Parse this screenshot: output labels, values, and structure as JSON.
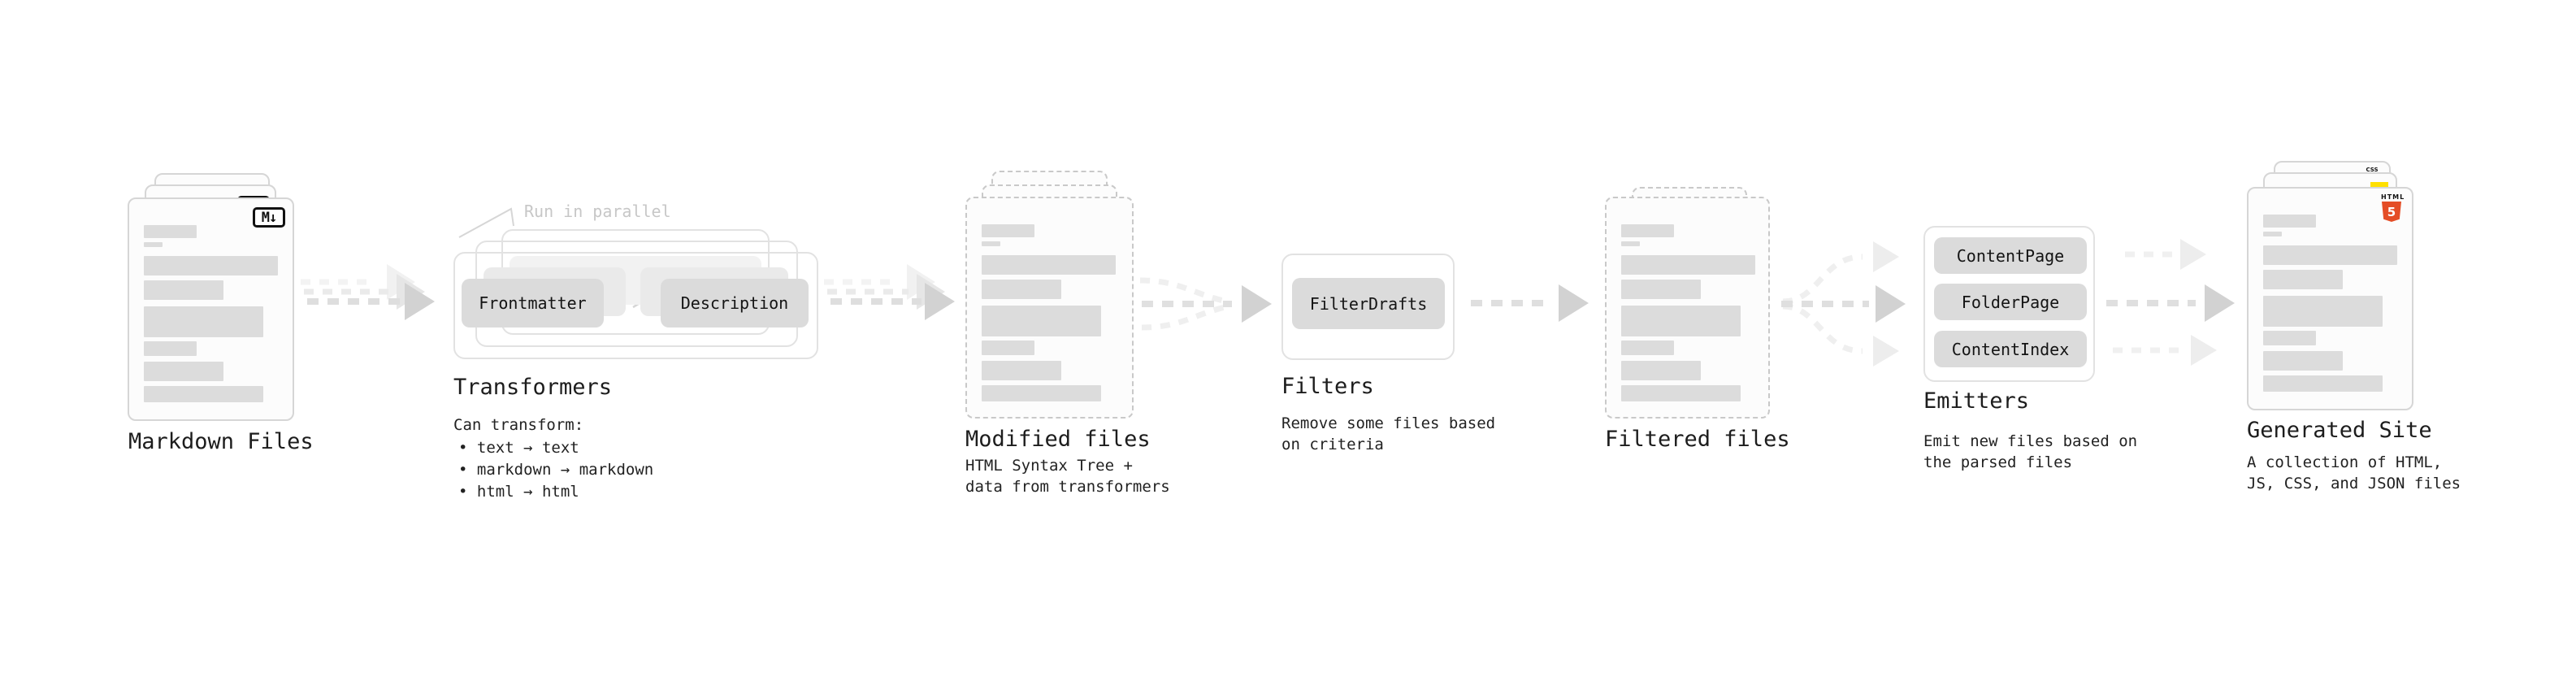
{
  "markdown_files": {
    "label": "Markdown Files",
    "icon": "M↓"
  },
  "transformers": {
    "title": "Transformers",
    "annotation": "Run in parallel",
    "buttons": [
      "Frontmatter",
      "Description"
    ],
    "desc_heading": "Can transform:",
    "bullets": [
      "• text → text",
      "• markdown → markdown",
      "• html → html"
    ]
  },
  "modified_files": {
    "label": "Modified files",
    "desc": [
      "HTML Syntax Tree +",
      "data from transformers"
    ]
  },
  "filters": {
    "title": "Filters",
    "buttons": [
      "FilterDrafts"
    ],
    "desc": [
      "Remove some files based",
      "on criteria"
    ]
  },
  "filtered_files": {
    "label": "Filtered files"
  },
  "emitters": {
    "title": "Emitters",
    "buttons": [
      "ContentPage",
      "FolderPage",
      "ContentIndex"
    ],
    "desc": [
      "Emit new files based on",
      "the parsed files"
    ]
  },
  "generated_site": {
    "label": "Generated Site",
    "desc": [
      "A collection of HTML,",
      "JS, CSS, and JSON files"
    ],
    "badges": {
      "html_text": "HTML",
      "html_num": "5",
      "js": "JS",
      "css": "CSS"
    }
  },
  "colors": {
    "arrow_main": "#d2d2d2",
    "arrow_ghost": "#ededed",
    "chip_fill": "#dbdbdb",
    "bar_fill": "#dcdcdc",
    "panel_border": "#e2e2e2",
    "html5_orange": "#e44d26",
    "js_yellow": "#ffe000",
    "css_blue": "#2b66f6",
    "annotation_gray": "#c7c7c7",
    "text": "#1d1d1d"
  }
}
